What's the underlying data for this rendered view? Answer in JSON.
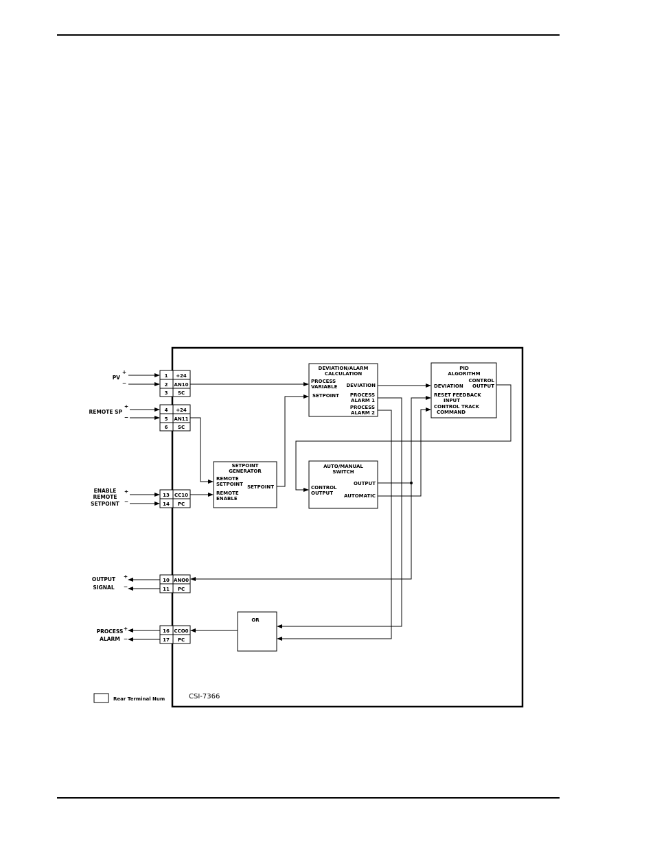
{
  "diagram": {
    "figure_id": "CSI-7366",
    "legend_label": "Rear Terminal Num",
    "external": {
      "pv": "PV",
      "remote_sp": "REMOTE SP",
      "enable_remote_setpoint": [
        "ENABLE",
        "REMOTE",
        "SETPOINT"
      ],
      "output_signal": [
        "OUTPUT",
        "SIGNAL"
      ],
      "process_alarm": [
        "PROCESS",
        "ALARM"
      ],
      "plus": "+",
      "minus": "−"
    },
    "terminals": [
      {
        "num": "1",
        "name": "+24"
      },
      {
        "num": "2",
        "name": "AN10"
      },
      {
        "num": "3",
        "name": "SC"
      },
      {
        "num": "4",
        "name": "+24"
      },
      {
        "num": "5",
        "name": "AN11"
      },
      {
        "num": "6",
        "name": "SC"
      },
      {
        "num": "13",
        "name": "CC10"
      },
      {
        "num": "14",
        "name": "PC"
      },
      {
        "num": "10",
        "name": "ANO0"
      },
      {
        "num": "11",
        "name": "PC"
      },
      {
        "num": "16",
        "name": "CCO0"
      },
      {
        "num": "17",
        "name": "PC"
      }
    ],
    "blocks": {
      "deviation": {
        "title": [
          "DEVIATION/ALARM",
          "CALCULATION"
        ],
        "in_pv": [
          "PROCESS",
          "VARIABLE"
        ],
        "in_sp": "SETPOINT",
        "out_dev": "DEVIATION",
        "out_a1": [
          "PROCESS",
          "ALARM 1"
        ],
        "out_a2": [
          "PROCESS",
          "ALARM 2"
        ]
      },
      "pid": {
        "title": [
          "PID",
          "ALGORITHM"
        ],
        "in_dev": "DEVIATION",
        "in_reset": [
          "RESET FEEDBACK",
          "INPUT"
        ],
        "in_track": [
          "CONTROL TRACK",
          "COMMAND"
        ],
        "out": [
          "CONTROL",
          "OUTPUT"
        ]
      },
      "setpoint_gen": {
        "title": [
          "SETPOINT",
          "GENERATOR"
        ],
        "in_remote_sp": [
          "REMOTE",
          "SETPOINT"
        ],
        "in_remote_en": [
          "REMOTE",
          "ENABLE"
        ],
        "out": "SETPOINT"
      },
      "auto_manual": {
        "title": [
          "AUTO/MANUAL",
          "SWITCH"
        ],
        "in": [
          "CONTROL",
          "OUTPUT"
        ],
        "out_output": "OUTPUT",
        "out_auto": "AUTOMATIC"
      },
      "or_gate": {
        "title": "OR"
      }
    }
  }
}
